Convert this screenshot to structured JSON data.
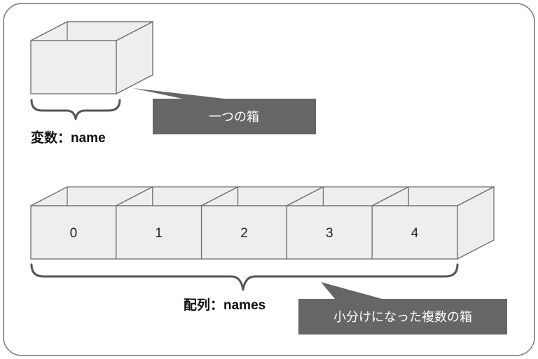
{
  "variable": {
    "label": "変数：name",
    "callout": "一つの箱"
  },
  "array": {
    "label": "配列：names",
    "callout": "小分けになった複数の箱",
    "indices": [
      "0",
      "1",
      "2",
      "3",
      "4"
    ]
  },
  "colors": {
    "box_fill": "#eeeeee",
    "box_stroke": "#6e6e6e",
    "callout_fill": "#666666",
    "callout_text": "#ffffff"
  }
}
